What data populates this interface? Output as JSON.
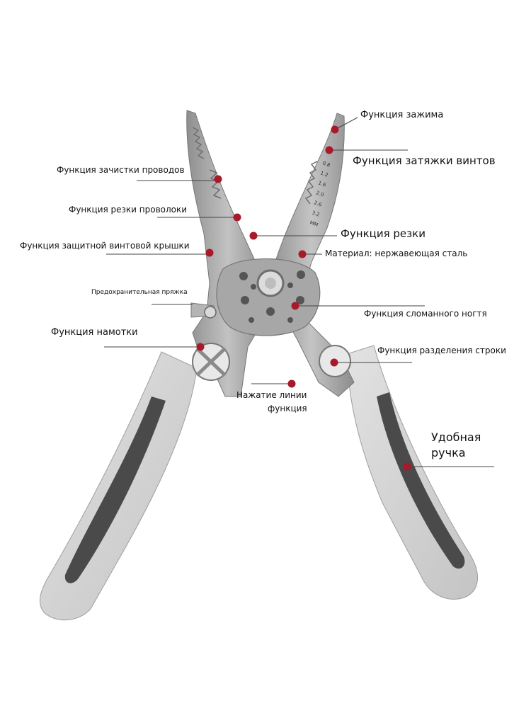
{
  "colors": {
    "marker": "#a8192a",
    "leader": "#444444",
    "steel": "#a9a9a9",
    "handle_light": "#d4d4d4",
    "handle_dark": "#4a4a4a"
  },
  "scale_marks": [
    "0.8",
    "1.2",
    "1.6",
    "2.0",
    "2.6",
    "3.2",
    "MM"
  ],
  "labels": {
    "clamp": "Функция зажима",
    "screw_tighten": "Функция затяжки винтов",
    "wire_strip": "Функция зачистки проводов",
    "wire_cut": "Функция резки проволоки",
    "cutting": "Функция резки",
    "screw_cover": "Функция защитной винтовой крышки",
    "material": "Материал: нержавеющая сталь",
    "safety_buckle": "Предохранительная пряжка",
    "broken_nail": "Функция сломанного ногтя",
    "winding": "Функция намотки",
    "line_split": "Функция разделения строки",
    "crimp_line_1": "Нажатие линии",
    "crimp_line_2": "функция",
    "handle_line_1": "Удобная",
    "handle_line_2": "ручка"
  }
}
